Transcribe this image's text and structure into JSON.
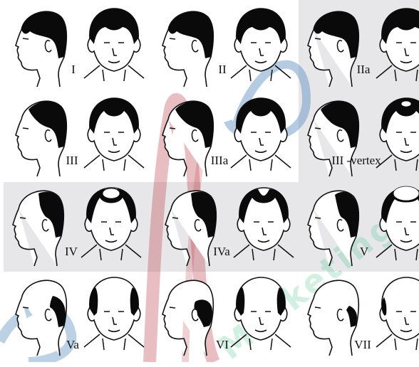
{
  "colors": {
    "hair": "#0a0a0a",
    "skin": "#ffffff",
    "line": "#111111",
    "panel": "#e7e7e9"
  },
  "watermark": {
    "text": "Marketing"
  },
  "stages": [
    {
      "id": "stage-1",
      "label": "I",
      "front_hair": "full",
      "side_hair": "full",
      "vertex": "none",
      "temple": "none"
    },
    {
      "id": "stage-2",
      "label": "II",
      "front_hair": "full",
      "side_hair": "full",
      "vertex": "none",
      "temple": "slight"
    },
    {
      "id": "stage-2a",
      "label": "IIa",
      "front_hair": "full",
      "side_hair": "full",
      "vertex": "none",
      "temple": "slight"
    },
    {
      "id": "stage-3",
      "label": "III",
      "front_hair": "recessed",
      "side_hair": "recessed",
      "vertex": "none",
      "temple": "deep"
    },
    {
      "id": "stage-3a",
      "label": "IIIa",
      "front_hair": "recessed",
      "side_hair": "recessed",
      "vertex": "none",
      "temple": "deep"
    },
    {
      "id": "stage-3v",
      "label": "III -vertex",
      "front_hair": "recessed",
      "side_hair": "recessed",
      "vertex": "small",
      "temple": "deep"
    },
    {
      "id": "stage-4",
      "label": "IV",
      "front_hair": "receding",
      "side_hair": "receding",
      "vertex": "medium",
      "temple": "deep"
    },
    {
      "id": "stage-4a",
      "label": "IVa",
      "front_hair": "receding",
      "side_hair": "receding",
      "vertex": "none",
      "temple": "deep"
    },
    {
      "id": "stage-5",
      "label": "V",
      "front_hair": "bridge",
      "side_hair": "bridge",
      "vertex": "large",
      "temple": "deep"
    },
    {
      "id": "stage-5a",
      "label": "Va",
      "front_hair": "horseshoe",
      "side_hair": "horseshoe",
      "vertex": "large",
      "temple": "deep"
    },
    {
      "id": "stage-6",
      "label": "VI",
      "front_hair": "horseshoe",
      "side_hair": "crown-patch",
      "vertex": "large",
      "temple": "deep"
    },
    {
      "id": "stage-7",
      "label": "VII",
      "front_hair": "fringe",
      "side_hair": "fringe",
      "vertex": "large",
      "temple": "deep"
    }
  ]
}
